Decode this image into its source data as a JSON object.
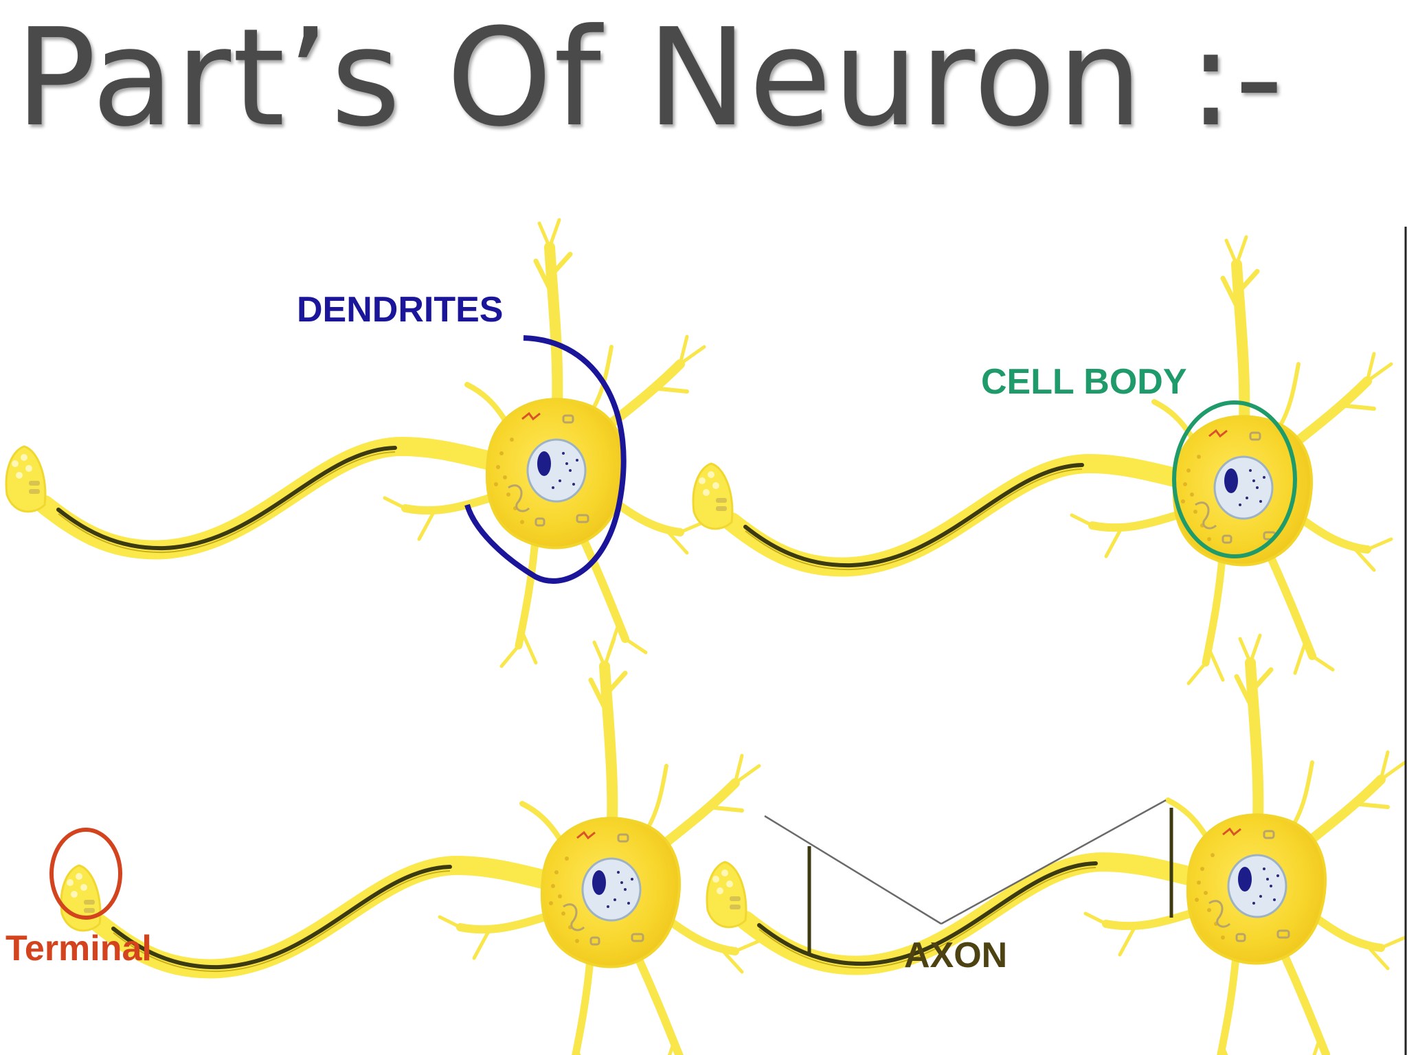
{
  "slide": {
    "title": "Part’s Of Neuron :-"
  },
  "panels": [
    {
      "label": "DENDRITES",
      "label_color": "#1a1599"
    },
    {
      "label": "CELL BODY",
      "label_color": "#1f9a6a"
    },
    {
      "label": "Terminal",
      "label_color": "#d2431e"
    },
    {
      "label": "AXON",
      "label_color": "#4d4212"
    }
  ],
  "colors": {
    "neuron_fill": "#f7dc2c",
    "neuron_outline": "#f0e060",
    "myelin": "#3c3a10",
    "nucleus_fill": "#dfe8f2",
    "nucleolus": "#1d1d8a"
  }
}
